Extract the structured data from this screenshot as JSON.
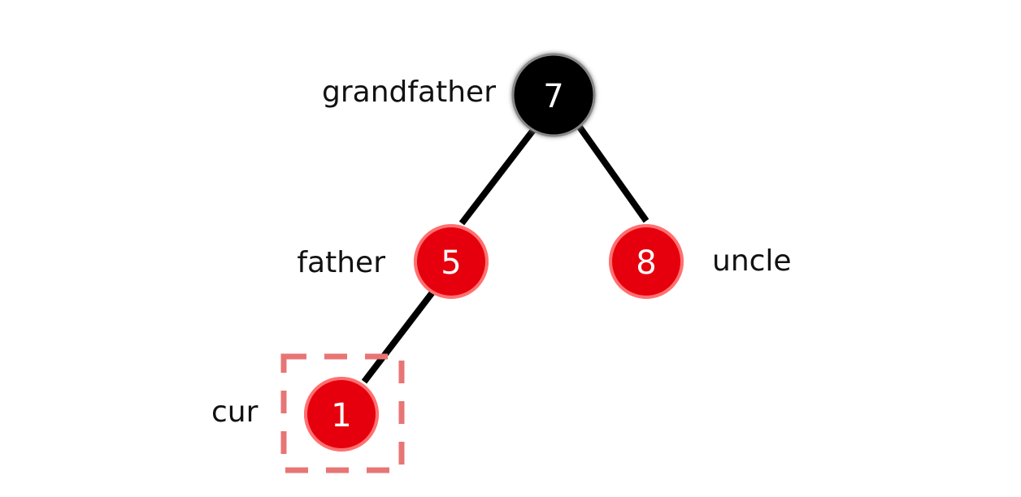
{
  "colors": {
    "red_node": "#e6000a",
    "black_node": "#000000",
    "highlight_box": "#e87575",
    "edge": "#000000"
  },
  "nodes": {
    "grandfather": {
      "value": "7",
      "label": "grandfather",
      "color": "black"
    },
    "father": {
      "value": "5",
      "label": "father",
      "color": "red"
    },
    "uncle": {
      "value": "8",
      "label": "uncle",
      "color": "red"
    },
    "cur": {
      "value": "1",
      "label": "cur",
      "color": "red"
    }
  },
  "edges": [
    [
      "grandfather",
      "father"
    ],
    [
      "grandfather",
      "uncle"
    ],
    [
      "father",
      "cur"
    ]
  ]
}
